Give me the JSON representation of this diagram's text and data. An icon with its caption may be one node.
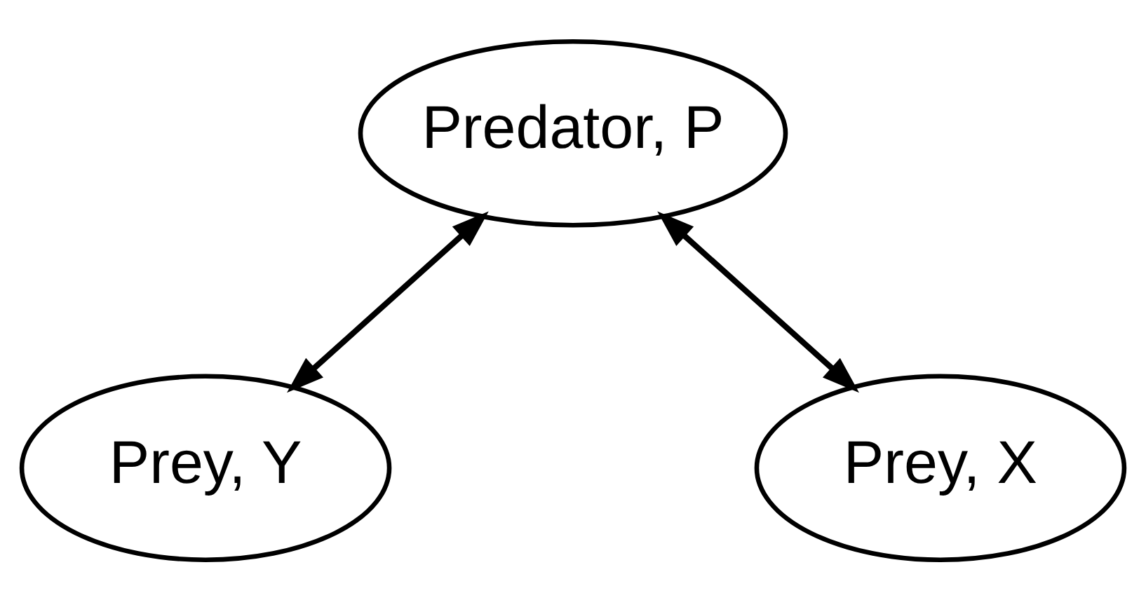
{
  "diagram": {
    "nodes": [
      {
        "text": [
          "Predator, P"
        ]
      },
      {
        "text": [
          "Prey, Y"
        ]
      },
      {
        "text": [
          "Prey, X"
        ]
      }
    ],
    "edges": [
      {
        "from": 0,
        "to": 1,
        "arrow": "both"
      },
      {
        "from": 0,
        "to": 2,
        "arrow": "both"
      }
    ]
  }
}
